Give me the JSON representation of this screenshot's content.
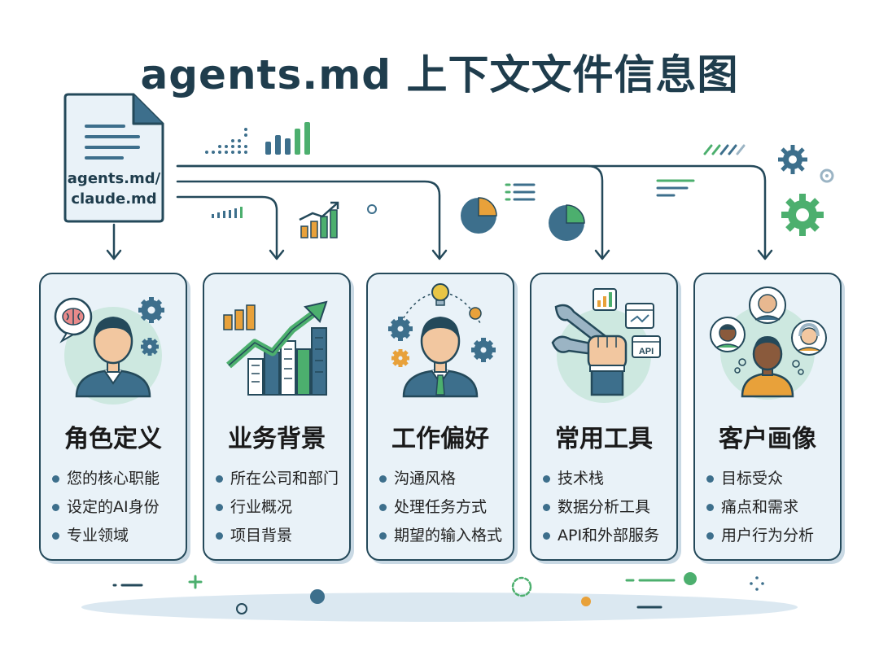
{
  "title": "agents.md 上下文文件信息图",
  "file": {
    "line1": "agents.md/",
    "line2": "claude.md"
  },
  "cards": [
    {
      "title": "角色定义",
      "items": [
        "您的核心职能",
        "设定的AI身份",
        "专业领域"
      ]
    },
    {
      "title": "业务背景",
      "items": [
        "所在公司和部门",
        "行业概况",
        "项目背景"
      ]
    },
    {
      "title": "工作偏好",
      "items": [
        "沟通风格",
        "处理任务方式",
        "期望的输入格式"
      ]
    },
    {
      "title": "常用工具",
      "items": [
        "技术栈",
        "数据分析工具",
        "API和外部服务"
      ]
    },
    {
      "title": "客户画像",
      "items": [
        "目标受众",
        "痛点和需求",
        "用户行为分析"
      ]
    }
  ],
  "api_tag": "API",
  "colors": {
    "navy": "#24495a",
    "blue": "#3d6f8c",
    "green": "#4caf6e",
    "orange": "#e8a13a",
    "light": "#e9f2f8"
  }
}
